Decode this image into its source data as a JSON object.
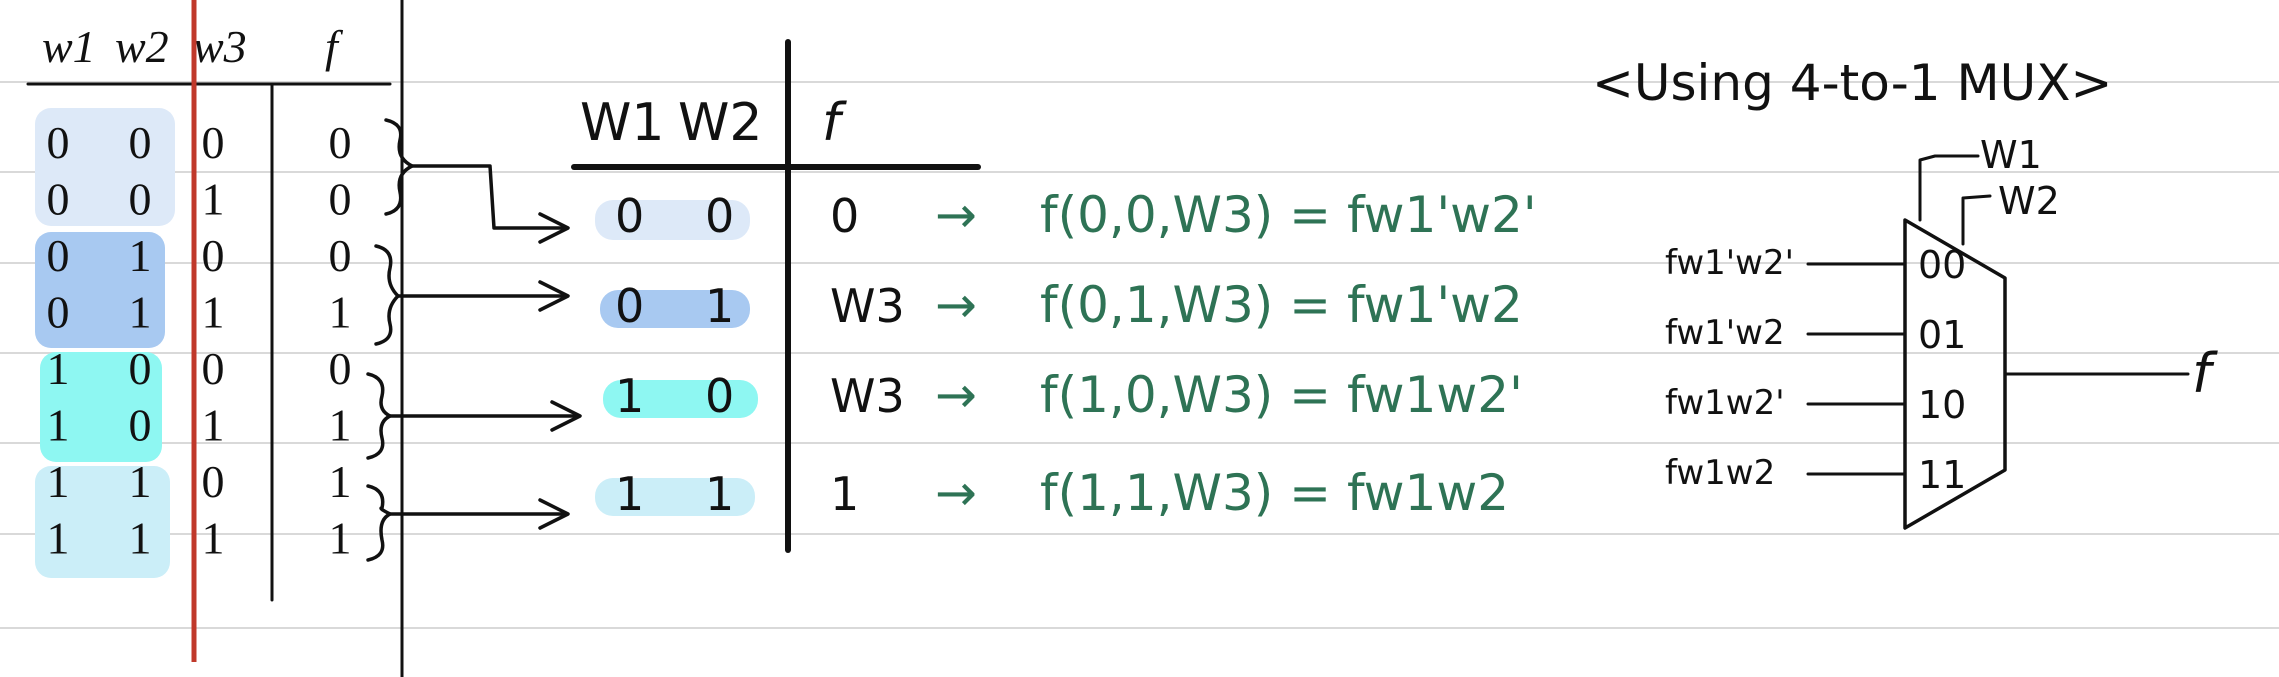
{
  "truth_table": {
    "headers": [
      "w1",
      "w2",
      "w3",
      "f"
    ],
    "rows": [
      [
        "0",
        "0",
        "0",
        "0"
      ],
      [
        "0",
        "0",
        "1",
        "0"
      ],
      [
        "0",
        "1",
        "0",
        "0"
      ],
      [
        "0",
        "1",
        "1",
        "1"
      ],
      [
        "1",
        "0",
        "0",
        "0"
      ],
      [
        "1",
        "0",
        "1",
        "1"
      ],
      [
        "1",
        "1",
        "0",
        "1"
      ],
      [
        "1",
        "1",
        "1",
        "1"
      ]
    ]
  },
  "reduced_table": {
    "headers": [
      "W1",
      "W2",
      "f"
    ],
    "rows": [
      {
        "w1": "0",
        "w2": "0",
        "f": "0",
        "arrow": "→",
        "expression": "f(0,0,W3) = fw1'w2'"
      },
      {
        "w1": "0",
        "w2": "1",
        "f": "W3",
        "arrow": "→",
        "expression": "f(0,1,W3) = fw1'w2"
      },
      {
        "w1": "1",
        "w2": "0",
        "f": "W3",
        "arrow": "→",
        "expression": "f(1,0,W3) = fw1w2'"
      },
      {
        "w1": "1",
        "w2": "1",
        "f": "1",
        "arrow": "→",
        "expression": "f(1,1,W3) = fw1w2"
      }
    ]
  },
  "mux": {
    "title": "<Using 4-to-1 MUX>",
    "select_labels": [
      "W1",
      "W2"
    ],
    "inputs": [
      {
        "label": "fw1'w2'",
        "code": "00"
      },
      {
        "label": "fw1'w2",
        "code": "01"
      },
      {
        "label": "fw1w2'",
        "code": "10"
      },
      {
        "label": "fw1w2",
        "code": "11"
      }
    ],
    "output_label": "f"
  },
  "colors": {
    "pair00": "#dde9f8",
    "pair01": "#a8c9f1",
    "pair10": "#8ef7f2",
    "pair11": "#cbeef8",
    "green_ink": "#2e7355",
    "red_margin": "#c0392b",
    "ruled_line": "#d9d9d9"
  }
}
